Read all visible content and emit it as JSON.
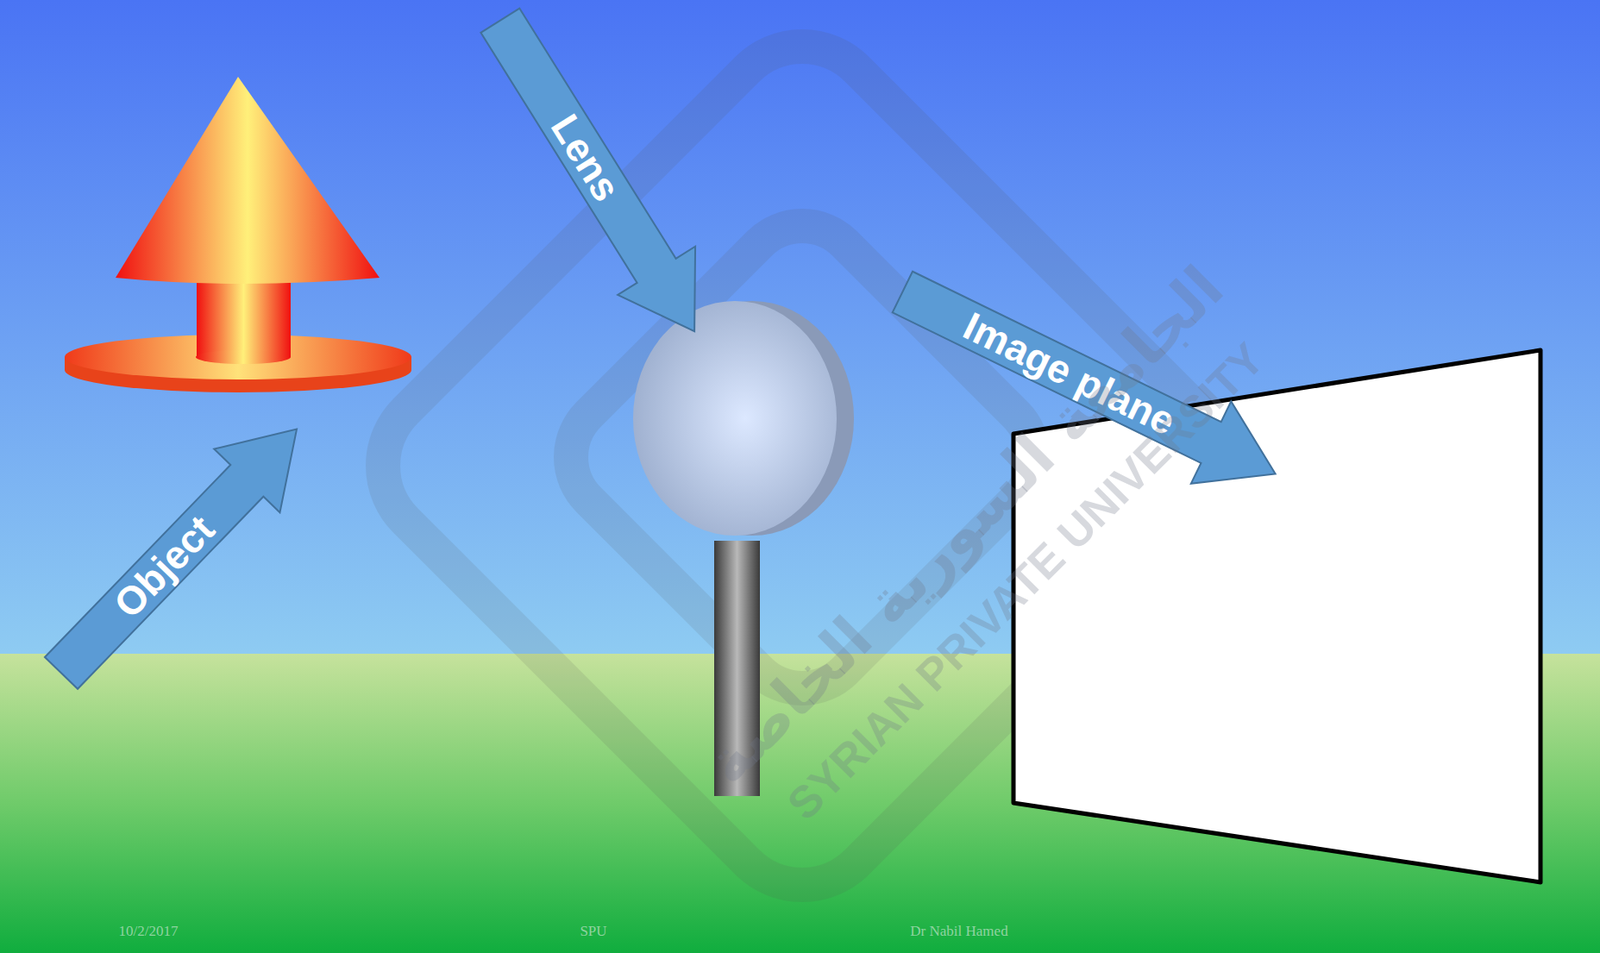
{
  "diagram": {
    "nodes": [
      {
        "text": [
          "Object"
        ]
      },
      {
        "text": [
          "Lens"
        ]
      },
      {
        "text": [
          "Image plane"
        ]
      }
    ],
    "labels": [
      "الجامعة السورية الخاصة",
      "SYRIAN PRIVATE UNIVERSITY",
      "10/2/2017",
      "SPU",
      "Dr Nabil Hamed"
    ]
  }
}
